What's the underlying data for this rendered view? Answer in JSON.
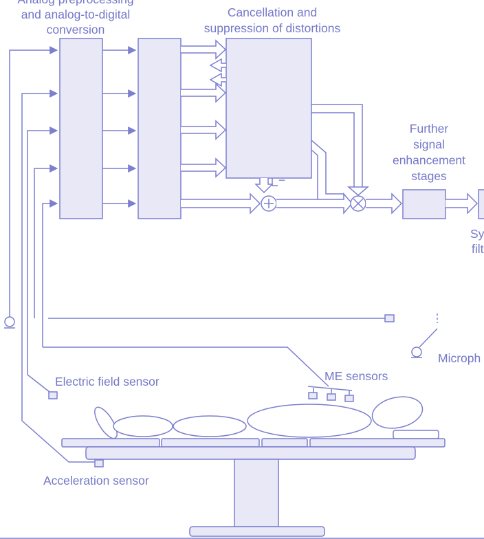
{
  "diagram": {
    "labels": {
      "analog_line1": "Analog preprocessing",
      "analog_line2": "and analog-to-digital",
      "analog_line3": "conversion",
      "cancel_line1": "Cancellation and",
      "cancel_line2": "suppression of distortions",
      "further_line1": "Further",
      "further_line2": "signal",
      "further_line3": "enhancement",
      "further_line4": "stages",
      "sys_line1": "Sy",
      "sys_line2": "filt",
      "electric_field_sensor": "Electric field sensor",
      "me_sensors": "ME sensors",
      "microphone": "Microph",
      "acceleration_sensor": "Acceleration sensor",
      "minus_sign": "−"
    },
    "colors": {
      "stroke": "#7b7fcf",
      "fill": "#e8e8f7",
      "text": "#7478c8",
      "background": "#ffffff"
    }
  }
}
